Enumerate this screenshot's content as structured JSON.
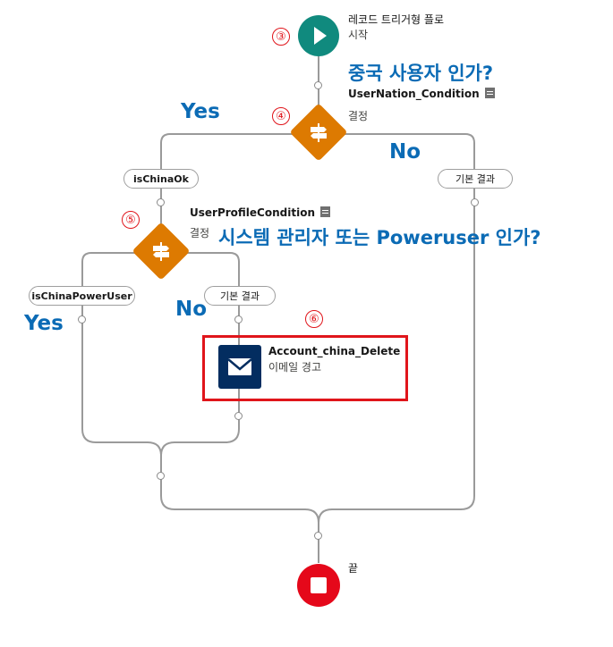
{
  "start": {
    "title": "레코드 트리거형 플로",
    "subtitle": "시작",
    "step": "③"
  },
  "decision1": {
    "name": "UserNation_Condition",
    "type": "결정",
    "step": "④",
    "question": "중국 사용자 인가?",
    "yes": "Yes",
    "no": "No",
    "outcome_left": "isChinaOk",
    "outcome_right": "기본 결과"
  },
  "decision2": {
    "name": "UserProfileCondition",
    "type": "결정",
    "step": "⑤",
    "question": "시스템 관리자 또는 Poweruser 인가?",
    "yes": "Yes",
    "no": "No",
    "outcome_left": "isChinaPowerUser",
    "outcome_right": "기본 결과"
  },
  "action": {
    "name": "Account_china_Delete",
    "type": "이메일 경고",
    "step": "⑥"
  },
  "end": {
    "label": "끝"
  },
  "colors": {
    "start": "#108a7e",
    "decision": "#dd7a01",
    "action": "#032d60",
    "end": "#e5081a",
    "annotation": "#0b6bb5",
    "highlight": "#e0151b"
  },
  "icons": [
    "play-icon",
    "signpost-icon",
    "envelope-icon",
    "stop-icon",
    "details-icon"
  ]
}
